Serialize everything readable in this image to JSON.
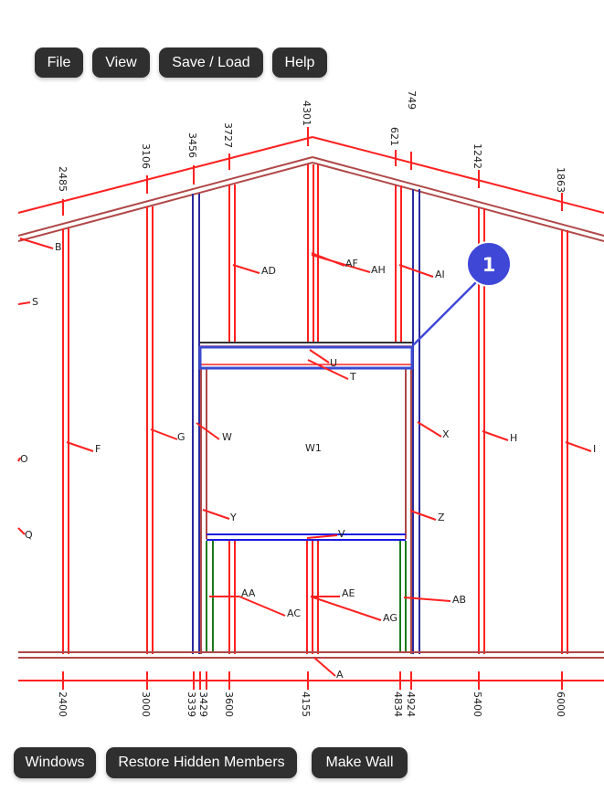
{
  "toolbar": {
    "file_label": "File",
    "view_label": "View",
    "save_load_label": "Save / Load",
    "help_label": "Help"
  },
  "bottom_bar": {
    "windows_label": "Windows",
    "restore_label": "Restore Hidden Members",
    "make_wall_label": "Make Wall"
  },
  "colors": {
    "member": "#ff2020",
    "plate": "#b04848",
    "header": "#2a2aa0",
    "highlight": "#3a4ad0",
    "trimmer": "#1a7a1a",
    "badge": "#3f47d6"
  },
  "diagram": {
    "top_dimensions": [
      "2485",
      "3106",
      "3456",
      "3727",
      "4301",
      "621",
      "749",
      "1242",
      "1863"
    ],
    "bottom_dimensions": [
      "2400",
      "3000",
      "3339",
      "3429",
      "3600",
      "4155",
      "4834",
      "4924",
      "5400",
      "6000"
    ],
    "opening_label": "W1",
    "member_labels": [
      "B",
      "S",
      "O",
      "Q",
      "F",
      "G",
      "W",
      "Y",
      "AA",
      "AC",
      "AD",
      "AF",
      "AH",
      "U",
      "T",
      "AI",
      "X",
      "Z",
      "V",
      "AE",
      "AG",
      "AB",
      "H",
      "I",
      "A"
    ],
    "callout_number": "1"
  }
}
